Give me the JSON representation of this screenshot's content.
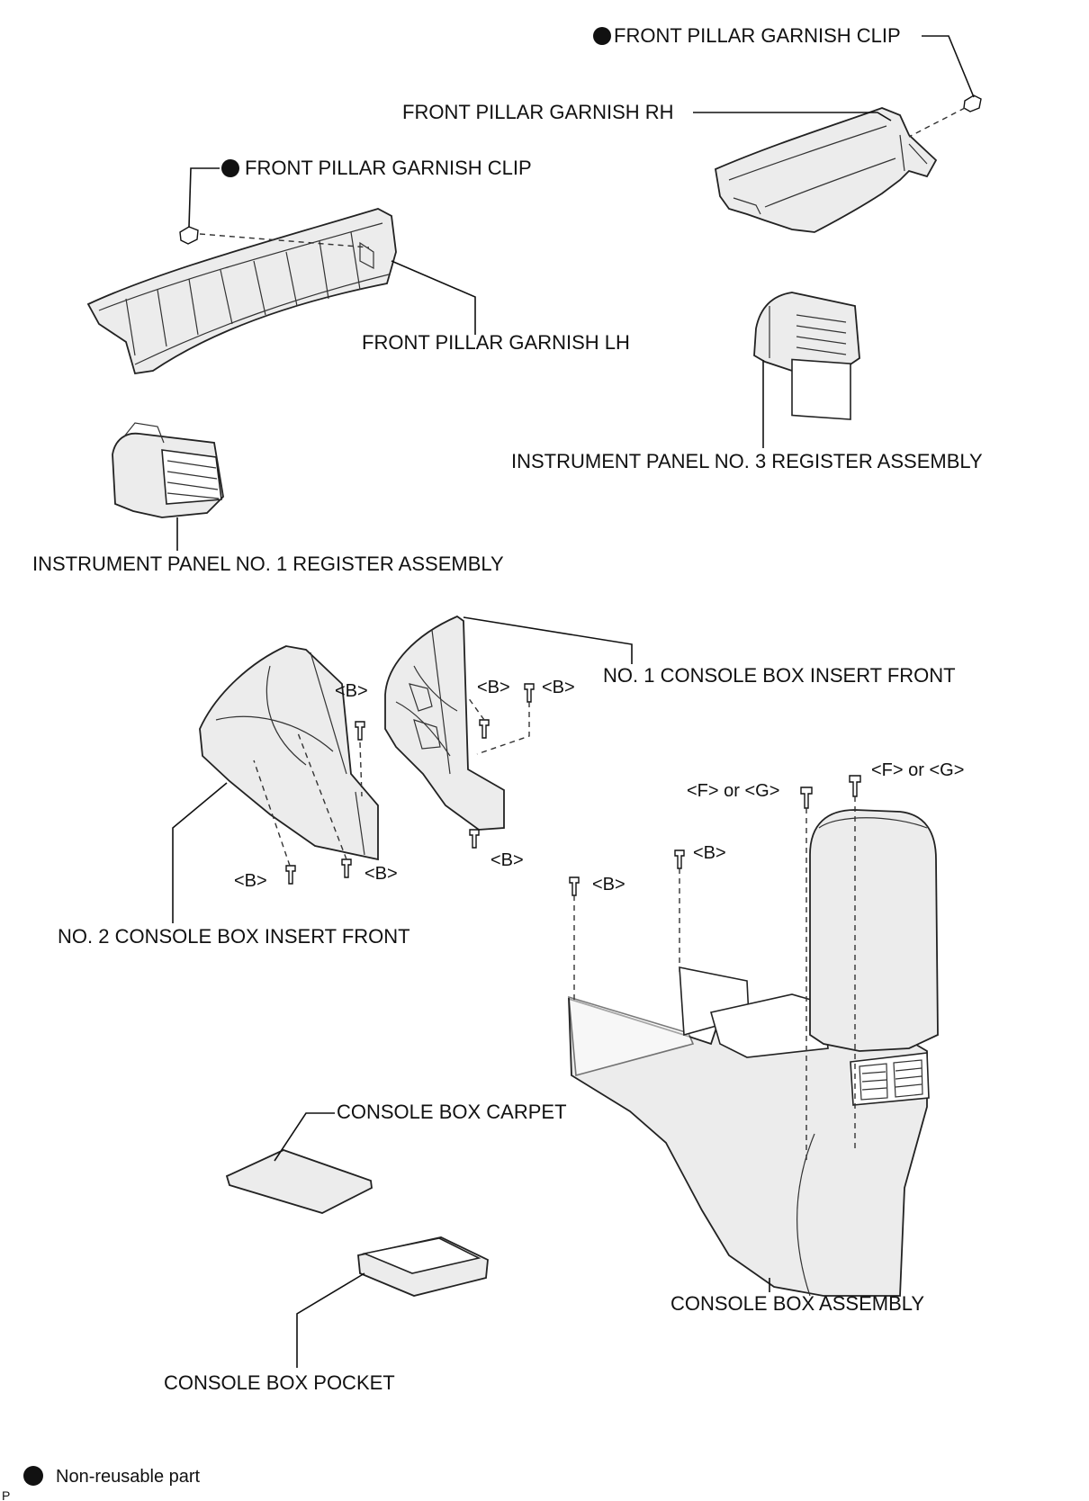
{
  "labels": {
    "front_pillar_garnish_clip_rh": "FRONT PILLAR GARNISH CLIP",
    "front_pillar_garnish_rh": "FRONT PILLAR GARNISH RH",
    "front_pillar_garnish_clip_lh": "FRONT PILLAR GARNISH CLIP",
    "front_pillar_garnish_lh": "FRONT PILLAR GARNISH LH",
    "register_no3": "INSTRUMENT PANEL NO. 3 REGISTER ASSEMBLY",
    "register_no1": "INSTRUMENT PANEL NO. 1 REGISTER ASSEMBLY",
    "console_insert_no1": "NO. 1 CONSOLE BOX INSERT FRONT",
    "console_insert_no2": "NO. 2 CONSOLE BOX INSERT FRONT",
    "console_box_carpet": "CONSOLE BOX CARPET",
    "console_box_assembly": "CONSOLE BOX ASSEMBLY",
    "console_box_pocket": "CONSOLE BOX POCKET"
  },
  "screw_tags": {
    "b": "<B>",
    "f_or_g": "<F> or <G>"
  },
  "legend": {
    "non_reusable": "Non-reusable part"
  },
  "corner_mark": "P"
}
